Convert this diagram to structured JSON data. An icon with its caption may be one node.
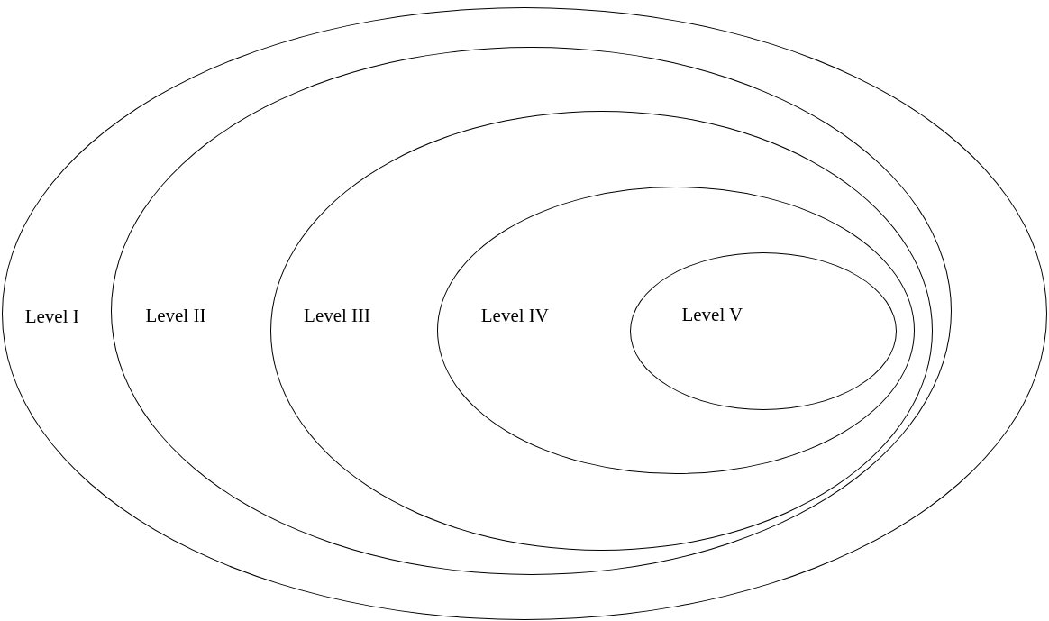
{
  "diagram": {
    "nodes": [
      {
        "text": [
          "Level I"
        ]
      },
      {
        "text": [
          "Level II"
        ],
        "in": 0
      },
      {
        "text": [
          "Level III"
        ],
        "in": 1
      },
      {
        "text": [
          "Level IV"
        ],
        "in": 2
      },
      {
        "text": [
          "Level V"
        ],
        "in": 3
      }
    ]
  }
}
